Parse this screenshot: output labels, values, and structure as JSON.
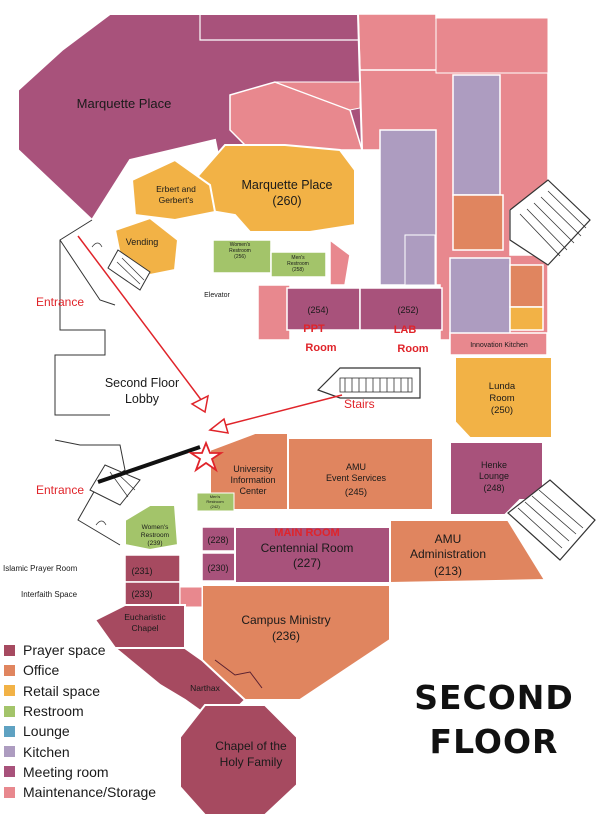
{
  "colors": {
    "prayer": "#a64a60",
    "office": "#e0855f",
    "retail": "#f2b246",
    "restroom": "#a3c46a",
    "lounge": "#5fa2c2",
    "kitchen": "#ad9cc0",
    "meeting": "#a8527b",
    "maintenance": "#e8888e",
    "annotation": "#e0242a"
  },
  "rooms": {
    "marquette_place_1": "Marquette Place",
    "marquette_place_2_name": "Marquette Place",
    "marquette_place_2_num": "(260)",
    "erbert_1": "Erbert and",
    "erbert_2": "Gerbert's",
    "vending": "Vending",
    "womens_256_1": "Women's",
    "womens_256_2": "Restroom",
    "womens_256_3": "(256)",
    "mens_258_1": "Men's",
    "mens_258_2": "Restroom",
    "mens_258_3": "(258)",
    "elevator": "Elevator",
    "room_254": "(254)",
    "room_252": "(252)",
    "innovation_kitchen": "Innovation Kitchen",
    "lunda_1": "Lunda",
    "lunda_2": "Room",
    "lunda_3": "(250)",
    "second_floor_lobby_1": "Second Floor",
    "second_floor_lobby_2": "Lobby",
    "uic_1": "University",
    "uic_2": "Information",
    "uic_3": "Center",
    "amu_event_1": "AMU",
    "amu_event_2": "Event Services",
    "amu_event_3": "(245)",
    "henke_1": "Henke",
    "henke_2": "Lounge",
    "henke_3": "(248)",
    "mens_242_1": "Men's",
    "mens_242_2": "Restroom",
    "mens_242_3": "(242)",
    "womens_239_1": "Women's",
    "womens_239_2": "Restroom",
    "womens_239_3": "(239)",
    "room_228": "(228)",
    "room_230": "(230)",
    "centennial_1": "Centennial Room",
    "centennial_2": "(227)",
    "amu_admin_1": "AMU",
    "amu_admin_2": "Administration",
    "amu_admin_3": "(213)",
    "islamic_prayer": "Islamic Prayer Room",
    "room_231": "(231)",
    "interfaith": "Interfaith Space",
    "room_233": "(233)",
    "eucharistic_1": "Eucharistic",
    "eucharistic_2": "Chapel",
    "campus_ministry_1": "Campus Ministry",
    "campus_ministry_2": "(236)",
    "narthax": "Narthax",
    "chapel_1": "Chapel of the",
    "chapel_2": "Holy Family"
  },
  "annotations": {
    "entrance_top": "Entrance",
    "entrance_bottom": "Entrance",
    "ppt_1": "PPT",
    "ppt_2": "Room",
    "lab_1": "LAB",
    "lab_2": "Room",
    "stairs": "Stairs",
    "main_room": "MAIN ROOM"
  },
  "legend": [
    {
      "label": "Prayer space",
      "color": "#a64a60"
    },
    {
      "label": "Office",
      "color": "#e0855f"
    },
    {
      "label": "Retail space",
      "color": "#f2b246"
    },
    {
      "label": "Restroom",
      "color": "#a3c46a"
    },
    {
      "label": "Lounge",
      "color": "#5fa2c2"
    },
    {
      "label": "Kitchen",
      "color": "#ad9cc0"
    },
    {
      "label": "Meeting room",
      "color": "#a8527b"
    },
    {
      "label": "Maintenance/Storage",
      "color": "#e8888e"
    }
  ],
  "floor_title_1": "SECOND",
  "floor_title_2": "FLOOR"
}
